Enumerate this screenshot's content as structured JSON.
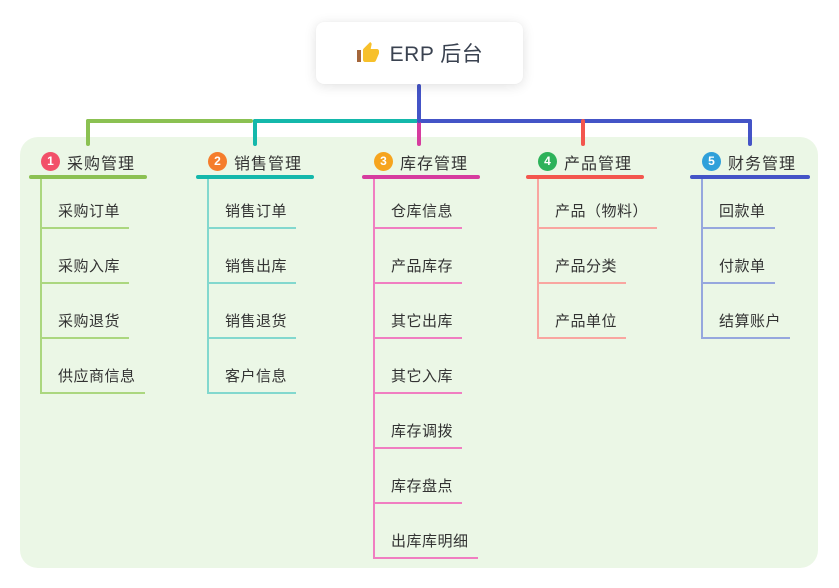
{
  "root": {
    "title": "ERP 后台",
    "icon": "thumbs-up",
    "icon_hand_color": "#F7C02B",
    "icon_cuff_color": "#A4663B",
    "title_color": "#3A4250"
  },
  "colors": {
    "page_bg": "#ffffff",
    "panel_bg": "#EBF7E6",
    "root_line": "#4454C7",
    "item_text": "#333333"
  },
  "branches": [
    {
      "num": "1",
      "label": "采购管理",
      "line_color": "#8BC152",
      "child_line_color": "#ABD77F",
      "badge_color": "#F25069",
      "children": [
        "采购订单",
        "采购入库",
        "采购退货",
        "供应商信息"
      ]
    },
    {
      "num": "2",
      "label": "销售管理",
      "line_color": "#14B8AB",
      "child_line_color": "#82D8CE",
      "badge_color": "#F57D2C",
      "children": [
        "销售订单",
        "销售出库",
        "销售退货",
        "客户信息"
      ]
    },
    {
      "num": "3",
      "label": "库存管理",
      "line_color": "#D63C9F",
      "child_line_color": "#F07EC1",
      "badge_color": "#F6A41E",
      "children": [
        "仓库信息",
        "产品库存",
        "其它出库",
        "其它入库",
        "库存调拨",
        "库存盘点",
        "出库库明细"
      ]
    },
    {
      "num": "4",
      "label": "产品管理",
      "line_color": "#F3564E",
      "child_line_color": "#F9A6A0",
      "badge_color": "#2DB25A",
      "children": [
        "产品（物料）",
        "产品分类",
        "产品单位"
      ]
    },
    {
      "num": "5",
      "label": "财务管理",
      "line_color": "#4454C7",
      "child_line_color": "#96A7DE",
      "badge_color": "#2FA0DA",
      "children": [
        "回款单",
        "付款单",
        "结算账户"
      ]
    }
  ]
}
